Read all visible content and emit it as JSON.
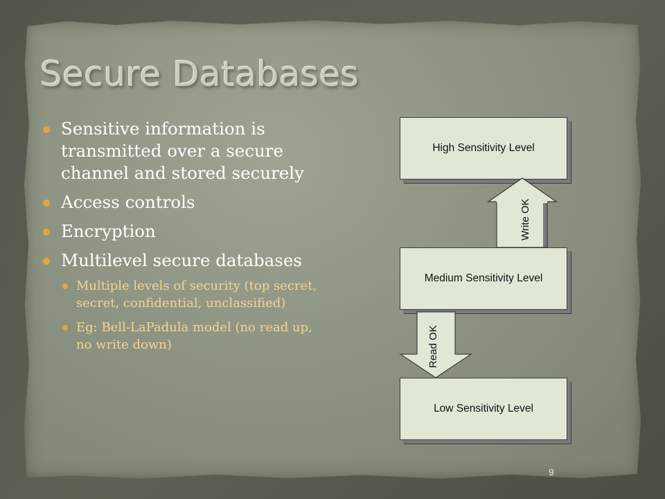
{
  "slide": {
    "title": "Secure Databases",
    "page_number": "9"
  },
  "bullets": [
    {
      "text": "Sensitive information is transmitted over a  secure channel and stored securely"
    },
    {
      "text": "Access controls"
    },
    {
      "text": "Encryption"
    },
    {
      "text": "Multilevel secure databases"
    }
  ],
  "sub_bullets": [
    {
      "text": "Multiple levels of security (top secret, secret, confidential, unclassified)"
    },
    {
      "text": "Eg: Bell-LaPadula model (no read up, no write down)"
    }
  ],
  "diagram": {
    "levels": {
      "high": "High Sensitivity Level",
      "medium": "Medium Sensitivity Level",
      "low": "Low Sensitivity Level"
    },
    "arrows": {
      "up": "Write OK",
      "down": "Read OK"
    }
  },
  "colors": {
    "bullet": "#e8a53a",
    "sub_text": "#f3d58a",
    "box_fill": "#dfe8d5"
  }
}
